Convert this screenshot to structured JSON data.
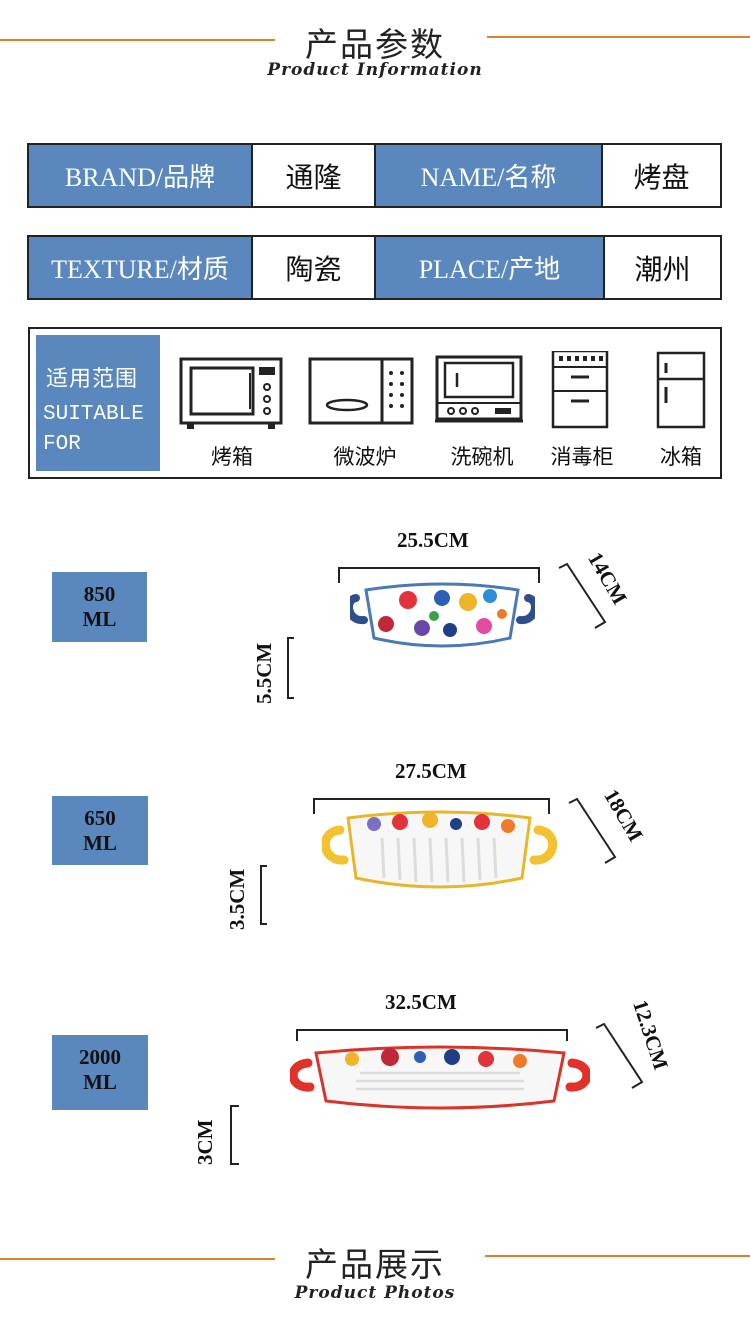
{
  "header": {
    "title_cn": "产品参数",
    "title_en": "Product Information"
  },
  "params": {
    "row1": [
      {
        "label": "BRAND/品牌",
        "value": "通隆"
      },
      {
        "label": "NAME/名称",
        "value": "烤盘"
      }
    ],
    "row2": [
      {
        "label": "TEXTURE/材质",
        "value": "陶瓷"
      },
      {
        "label": "PLACE/产地",
        "value": "潮州"
      }
    ]
  },
  "suitable": {
    "label_cn": "适用范围",
    "label_en_1": "SUITABLE",
    "label_en_2": "FOR",
    "appliances": [
      {
        "icon": "oven-icon",
        "label": "烤箱"
      },
      {
        "icon": "microwave-icon",
        "label": "微波炉"
      },
      {
        "icon": "dishwasher-icon",
        "label": "洗碗机"
      },
      {
        "icon": "disinfection-cabinet-icon",
        "label": "消毒柜"
      },
      {
        "icon": "fridge-icon",
        "label": "冰箱"
      }
    ]
  },
  "products": [
    {
      "capacity_num": "850",
      "capacity_unit": "ML",
      "length": "25.5CM",
      "width": "14CM",
      "height": "5.5CM",
      "handle_color": "#2f4f8c",
      "rim_color": "#4a79b5"
    },
    {
      "capacity_num": "650",
      "capacity_unit": "ML",
      "length": "27.5CM",
      "width": "18CM",
      "height": "3.5CM",
      "handle_color": "#f2c230",
      "rim_color": "#e6b829"
    },
    {
      "capacity_num": "2000",
      "capacity_unit": "ML",
      "length": "32.5CM",
      "width": "12.3CM",
      "height": "3CM",
      "handle_color": "#e0322a",
      "rim_color": "#d9342a"
    }
  ],
  "footer": {
    "title_cn": "产品展示",
    "title_en": "Product Photos"
  },
  "colors": {
    "accent_blue": "#5a87bd",
    "divider_orange": "#d9822b"
  }
}
